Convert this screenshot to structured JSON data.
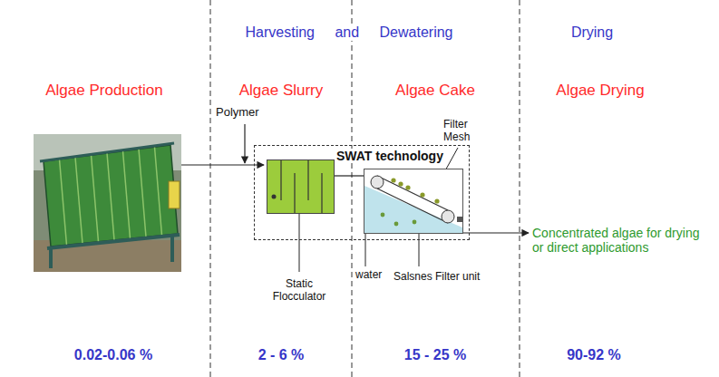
{
  "diagram": {
    "nodes": [
      {
        "text": [
          "SWAT technology"
        ]
      },
      {
        "text": [
          "Static Flocculator"
        ],
        "in": 0
      },
      {
        "text": [
          "Salsnes Filter unit"
        ],
        "in": 0
      }
    ],
    "edges": [
      {
        "from": 1,
        "to": 2,
        "arrow": "none"
      }
    ],
    "labels": [
      "Harvesting and Dewatering",
      "Drying",
      "Algae Production",
      "Algae Slurry",
      "Algae Cake",
      "Algae Drying",
      "Polymer",
      "Filter Mesh",
      "water",
      "Concentrated algae for drying or direct applications",
      "0.02-0.06 %",
      "2 - 6 %",
      "15 - 25 %",
      "90-92 %"
    ]
  }
}
